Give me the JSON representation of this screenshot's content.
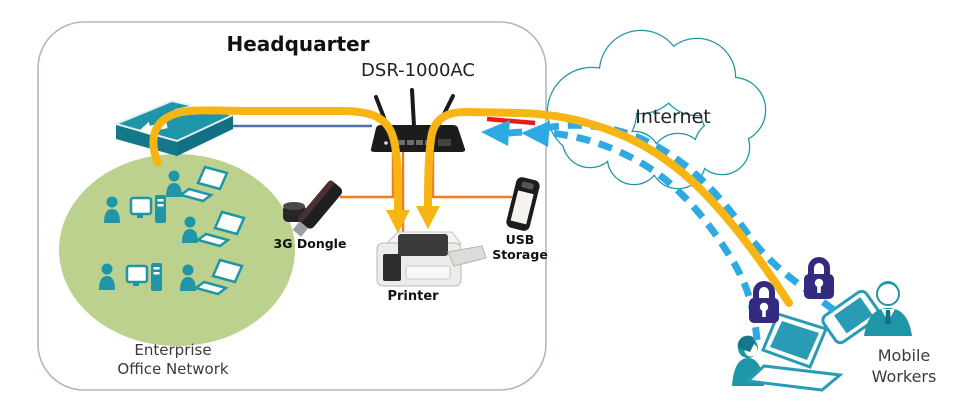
{
  "diagram": {
    "headquarter": {
      "title": "Headquarter",
      "router_model": "DSR-1000AC",
      "network_label": "Enterprise\nOffice Network",
      "dongle_label": "3G Dongle",
      "printer_label": "Printer",
      "usb_label": "USB\nStorage"
    },
    "internet_label": "Internet",
    "mobile_workers_label": "Mobile\nWorkers",
    "colors": {
      "data_flow_yellow": "#F7B514",
      "vpn_tunnel_blue": "#2FA9E1",
      "usb_link_orange": "#F4791F",
      "lan_link_blue": "#4A70AE",
      "wan_mark_red": "#E8191D",
      "device_teal": "#1E96A8",
      "network_green": "#BCD18D",
      "lock_purple": "#322B80",
      "box_border_gray": "#AFB7C6"
    }
  }
}
